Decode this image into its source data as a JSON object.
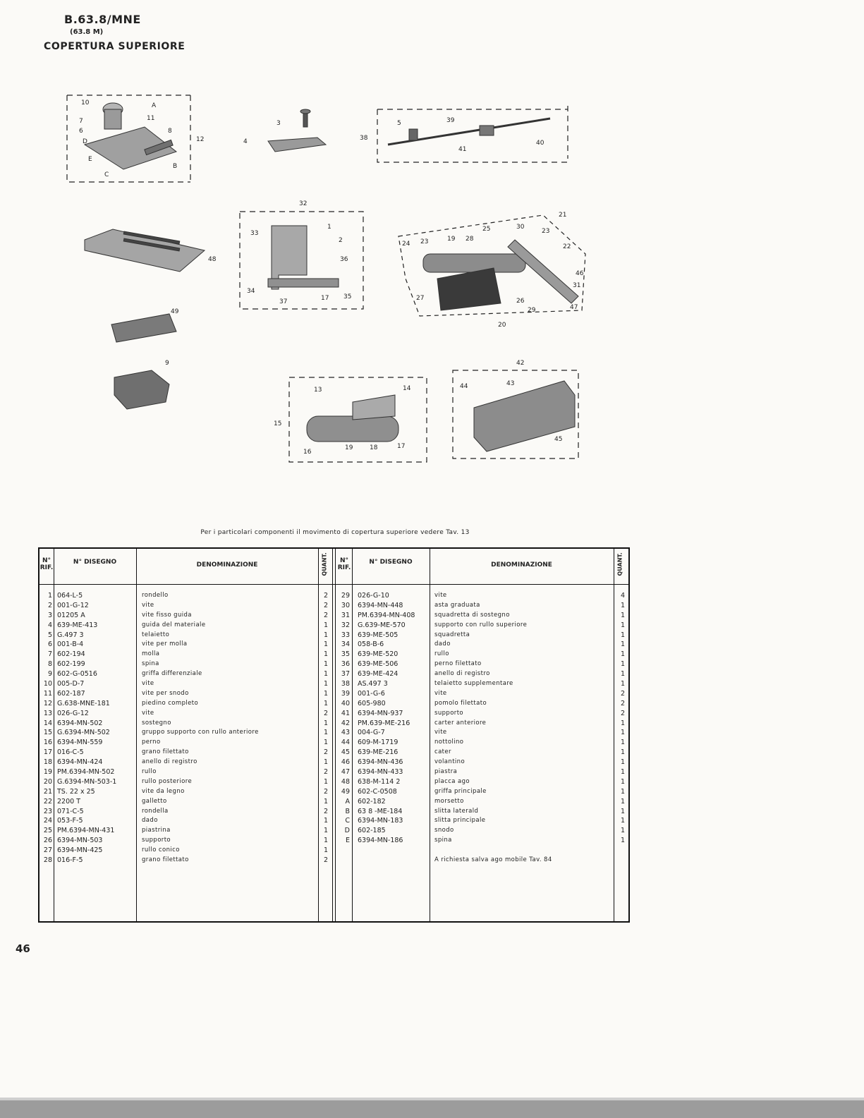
{
  "header": {
    "code": "B.63.8/MNE",
    "sub": "(63.8 M)",
    "title": "COPERTURA SUPERIORE"
  },
  "diagram_labels": {
    "g12": [
      "10",
      "A",
      "11",
      "7",
      "6",
      "8",
      "D",
      "E",
      "C",
      "B",
      "12"
    ],
    "g3": [
      "3",
      "4"
    ],
    "g38": [
      "38",
      "5",
      "39",
      "41",
      "40"
    ],
    "g48": [
      "48"
    ],
    "g32": [
      "32",
      "33",
      "1",
      "2",
      "36",
      "34",
      "37",
      "17",
      "35"
    ],
    "g20": [
      "21",
      "25",
      "30",
      "23",
      "24",
      "23",
      "19",
      "28",
      "22",
      "46",
      "31",
      "27",
      "26",
      "29",
      "47",
      "20"
    ],
    "g49": [
      "49"
    ],
    "g9": [
      "9"
    ],
    "g15": [
      "13",
      "14",
      "15",
      "16",
      "19",
      "18",
      "17"
    ],
    "g42": [
      "42",
      "44",
      "43",
      "45"
    ]
  },
  "note": "Per i particolari componenti il movimento di copertura superiore vedere Tav. 13",
  "table": {
    "headers": {
      "rif": "N° RIF.",
      "disegno": "N° DISEGNO",
      "denominazione": "DENOMINAZIONE",
      "quant": "QUANT."
    },
    "left": [
      {
        "rif": "1",
        "dis": "064-L-5",
        "den": "rondello",
        "q": "2"
      },
      {
        "rif": "2",
        "dis": "001-G-12",
        "den": "vite",
        "q": "2"
      },
      {
        "rif": "3",
        "dis": "01205 A",
        "den": "vite fisso guida",
        "q": "2"
      },
      {
        "rif": "4",
        "dis": "639-ME-413",
        "den": "guida del materiale",
        "q": "1"
      },
      {
        "rif": "5",
        "dis": "G.497 3",
        "den": "telaietto",
        "q": "1"
      },
      {
        "rif": "6",
        "dis": "001-B-4",
        "den": "vite per molla",
        "q": "1"
      },
      {
        "rif": "7",
        "dis": "602-194",
        "den": "molla",
        "q": "1"
      },
      {
        "rif": "8",
        "dis": "602-199",
        "den": "spina",
        "q": "1"
      },
      {
        "rif": "9",
        "dis": "602-G-0516",
        "den": "griffa differenziale",
        "q": "1"
      },
      {
        "rif": "10",
        "dis": "005-D-7",
        "den": "vite",
        "q": "1"
      },
      {
        "rif": "11",
        "dis": "602-187",
        "den": "vite per snodo",
        "q": "1"
      },
      {
        "rif": "12",
        "dis": "G.638-MNE-181",
        "den": "piedino completo",
        "q": "1"
      },
      {
        "rif": "13",
        "dis": "026-G-12",
        "den": "vite",
        "q": "2"
      },
      {
        "rif": "14",
        "dis": "6394-MN-502",
        "den": "sostegno",
        "q": "1"
      },
      {
        "rif": "15",
        "dis": "G.6394-MN-502",
        "den": "gruppo supporto con rullo anteriore",
        "q": "1"
      },
      {
        "rif": "16",
        "dis": "6394-MN-559",
        "den": "perno",
        "q": "1"
      },
      {
        "rif": "17",
        "dis": "016-C-5",
        "den": "grano filettato",
        "q": "2"
      },
      {
        "rif": "18",
        "dis": "6394-MN-424",
        "den": "anello di registro",
        "q": "1"
      },
      {
        "rif": "19",
        "dis": "PM.6394-MN-502",
        "den": "rullo",
        "q": "2"
      },
      {
        "rif": "20",
        "dis": "G.6394-MN-503-1",
        "den": "rullo posteriore",
        "q": "1"
      },
      {
        "rif": "21",
        "dis": "TS. 22 x 25",
        "den": "vite da legno",
        "q": "2"
      },
      {
        "rif": "22",
        "dis": "2200 T",
        "den": "galletto",
        "q": "1"
      },
      {
        "rif": "23",
        "dis": "071-C-5",
        "den": "rondella",
        "q": "2"
      },
      {
        "rif": "24",
        "dis": "053-F-5",
        "den": "dado",
        "q": "1"
      },
      {
        "rif": "25",
        "dis": "PM.6394-MN-431",
        "den": "piastrina",
        "q": "1"
      },
      {
        "rif": "26",
        "dis": "6394-MN-503",
        "den": "supporto",
        "q": "1"
      },
      {
        "rif": "27",
        "dis": "6394-MN-425",
        "den": "rullo conico",
        "q": "1"
      },
      {
        "rif": "28",
        "dis": "016-F-5",
        "den": "grano filettato",
        "q": "2"
      }
    ],
    "right": [
      {
        "rif": "29",
        "dis": "026-G-10",
        "den": "vite",
        "q": "4"
      },
      {
        "rif": "30",
        "dis": "6394-MN-448",
        "den": "asta graduata",
        "q": "1"
      },
      {
        "rif": "31",
        "dis": "PM.6394-MN-408",
        "den": "squadretta di sostegno",
        "q": "1"
      },
      {
        "rif": "32",
        "dis": "G.639-ME-570",
        "den": "supporto con rullo superiore",
        "q": "1"
      },
      {
        "rif": "33",
        "dis": "639-ME-505",
        "den": "squadretta",
        "q": "1"
      },
      {
        "rif": "34",
        "dis": "058-B-6",
        "den": "dado",
        "q": "1"
      },
      {
        "rif": "35",
        "dis": "639-ME-520",
        "den": "rullo",
        "q": "1"
      },
      {
        "rif": "36",
        "dis": "639-ME-506",
        "den": "perno filettato",
        "q": "1"
      },
      {
        "rif": "37",
        "dis": "639-ME-424",
        "den": "anello di registro",
        "q": "1"
      },
      {
        "rif": "38",
        "dis": "AS.497 3",
        "den": "telaietto supplementare",
        "q": "1"
      },
      {
        "rif": "39",
        "dis": "001-G-6",
        "den": "vite",
        "q": "2"
      },
      {
        "rif": "40",
        "dis": "605-980",
        "den": "pomolo filettato",
        "q": "2"
      },
      {
        "rif": "41",
        "dis": "6394-MN-937",
        "den": "supporto",
        "q": "2"
      },
      {
        "rif": "42",
        "dis": "PM.639-ME-216",
        "den": "carter anteriore",
        "q": "1"
      },
      {
        "rif": "43",
        "dis": "004-G-7",
        "den": "vite",
        "q": "1"
      },
      {
        "rif": "44",
        "dis": "609-M-1719",
        "den": "nottolino",
        "q": "1"
      },
      {
        "rif": "45",
        "dis": "639-ME-216",
        "den": "cater",
        "q": "1"
      },
      {
        "rif": "46",
        "dis": "6394-MN-436",
        "den": "volantino",
        "q": "1"
      },
      {
        "rif": "47",
        "dis": "6394-MN-433",
        "den": "piastra",
        "q": "1"
      },
      {
        "rif": "48",
        "dis": "638-M-114 2",
        "den": "placca ago",
        "q": "1"
      },
      {
        "rif": "49",
        "dis": "602-C-0508",
        "den": "griffa principale",
        "q": "1"
      },
      {
        "rif": "A",
        "dis": "602-182",
        "den": "morsetto",
        "q": "1"
      },
      {
        "rif": "B",
        "dis": "63 8 -ME-184",
        "den": "slitta laterald",
        "q": "1"
      },
      {
        "rif": "C",
        "dis": "6394-MN-183",
        "den": "slitta principale",
        "q": "1"
      },
      {
        "rif": "D",
        "dis": "602-185",
        "den": "snodo",
        "q": "1"
      },
      {
        "rif": "E",
        "dis": "6394-MN-186",
        "den": "spina",
        "q": "1"
      },
      {
        "rif": "",
        "dis": "",
        "den": "",
        "q": ""
      },
      {
        "rif": "",
        "dis": "",
        "den": "A richiesta salva ago mobile Tav. 84",
        "q": ""
      }
    ]
  },
  "page_number": "46"
}
